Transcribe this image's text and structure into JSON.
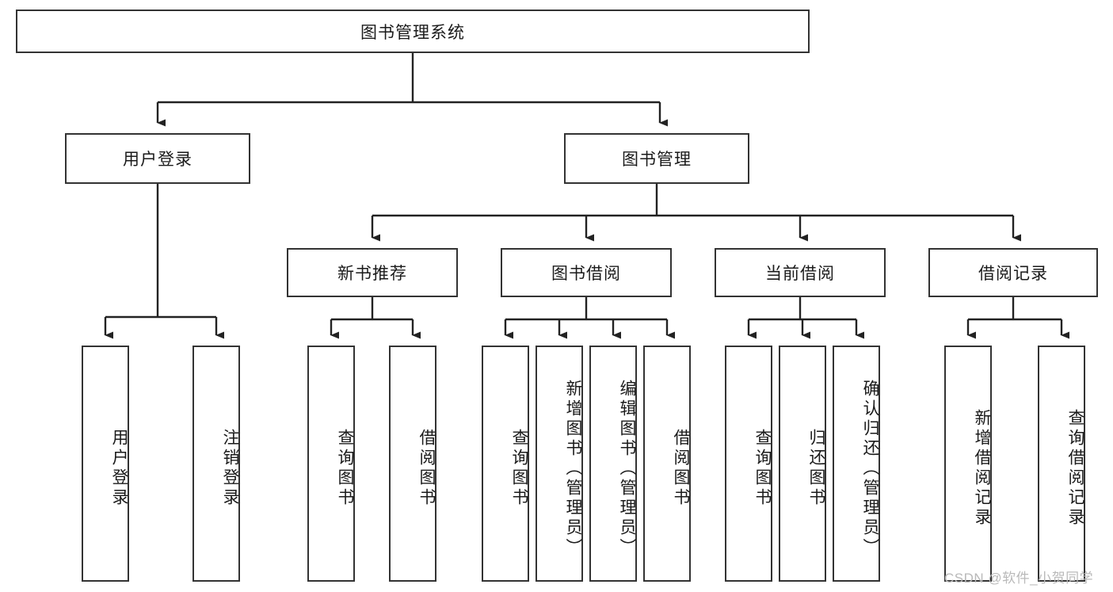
{
  "diagram": {
    "type": "tree-hierarchy",
    "title": "图书管理系统",
    "watermark": "CSDN @软件_小贺同学",
    "colors": {
      "box_border": "#333333",
      "box_fill": "#ffffff",
      "edge": "#222222",
      "text": "#1a1a1a",
      "watermark": "#b9b9b9",
      "background": "#ffffff"
    },
    "nodes": {
      "root": {
        "label": "图书管理系统"
      },
      "level2": [
        {
          "label": "用户登录"
        },
        {
          "label": "图书管理"
        }
      ],
      "level3": [
        {
          "label": "新书推荐"
        },
        {
          "label": "图书借阅"
        },
        {
          "label": "当前借阅"
        },
        {
          "label": "借阅记录"
        }
      ],
      "leaves_user_login": [
        {
          "label": "用户登录"
        },
        {
          "label": "注销登录"
        }
      ],
      "leaves_new_books": [
        {
          "label": "查询图书"
        },
        {
          "label": "借阅图书"
        }
      ],
      "leaves_book_borrow": [
        {
          "label": "查询图书"
        },
        {
          "label": "新增图书（管理员）"
        },
        {
          "label": "编辑图书（管理员）"
        },
        {
          "label": "借阅图书"
        }
      ],
      "leaves_current_borrow": [
        {
          "label": "查询图书"
        },
        {
          "label": "归还图书"
        },
        {
          "label": "确认归还（管理员）"
        }
      ],
      "leaves_borrow_records": [
        {
          "label": "新增借阅记录"
        },
        {
          "label": "查询借阅记录"
        }
      ]
    }
  }
}
